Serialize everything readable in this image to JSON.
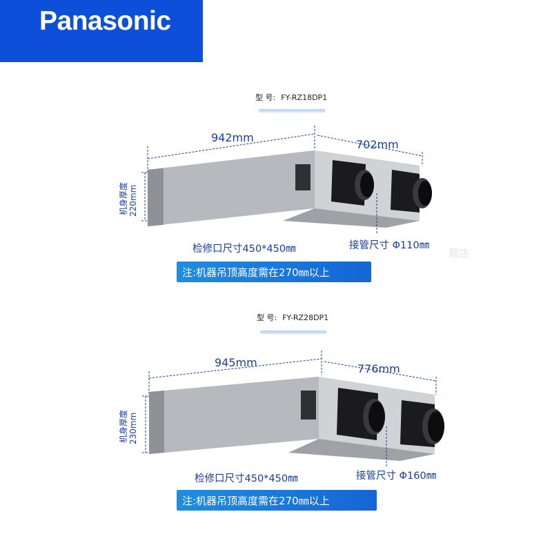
{
  "brand": {
    "logo": "Panasonic"
  },
  "watermark": "靓店",
  "products": [
    {
      "model_prefix": "型 号:",
      "model": "FY-RZ18DP1",
      "length": "942mm",
      "width": "702mm",
      "thickness_label": "机身厚度",
      "thickness": "220mm",
      "access_port": "检修口尺寸450*450㎜",
      "duct_size": "接管尺寸 Φ110㎜",
      "note": "注:机器吊顶高度需在270㎜以上"
    },
    {
      "model_prefix": "型 号:",
      "model": "FY-RZ28DP1",
      "length": "945mm",
      "width": "776mm",
      "thickness_label": "机身厚度",
      "thickness": "230mm",
      "access_port": "检修口尺寸450*450㎜",
      "duct_size": "接管尺寸 Φ160㎜",
      "note": "注:机器吊顶高度需在270㎜以上"
    }
  ],
  "colors": {
    "brand_blue": "#0d4fd8",
    "dimension_text": "#1a3d9c",
    "note_bg": "#1f8de0",
    "unit_body": "#b8bcc0"
  },
  "icons": [
    "duct-port-icon"
  ]
}
